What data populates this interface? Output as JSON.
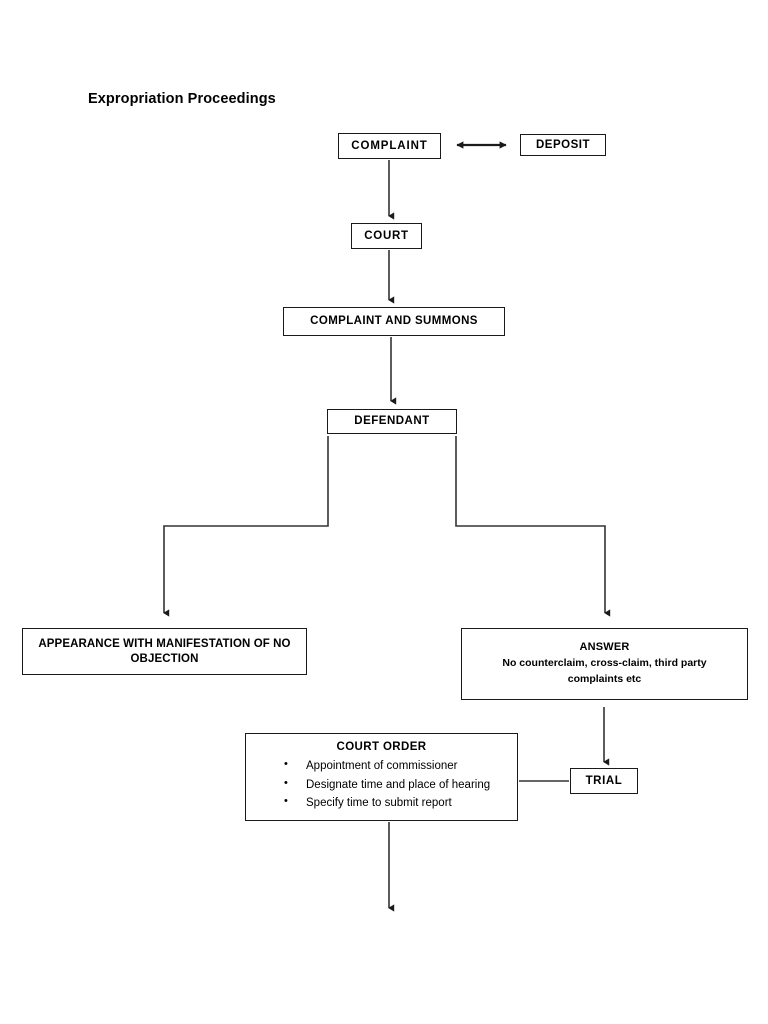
{
  "document": {
    "title": "Expropriation Proceedings"
  },
  "nodes": {
    "complaint": {
      "label": "COMPLAINT"
    },
    "deposit": {
      "label": "DEPOSIT"
    },
    "court": {
      "label": "COURT"
    },
    "complaint_summons": {
      "label": "COMPLAINT AND SUMMONS"
    },
    "defendant": {
      "label": "DEFENDANT"
    },
    "appearance": {
      "label": "APPEARANCE WITH MANIFESTATION OF NO OBJECTION"
    },
    "answer": {
      "title": "ANSWER",
      "subtitle": "No counterclaim, cross-claim, third party complaints etc"
    },
    "court_order": {
      "title": "COURT ORDER",
      "bullets": [
        "Appointment of commissioner",
        "Designate time and place of hearing",
        "Specify time to submit report"
      ]
    },
    "trial": {
      "label": "TRIAL"
    }
  },
  "colors": {
    "stroke": "#333333",
    "box_border": "#1a1a1a",
    "text": "#000000",
    "background": "#ffffff"
  }
}
